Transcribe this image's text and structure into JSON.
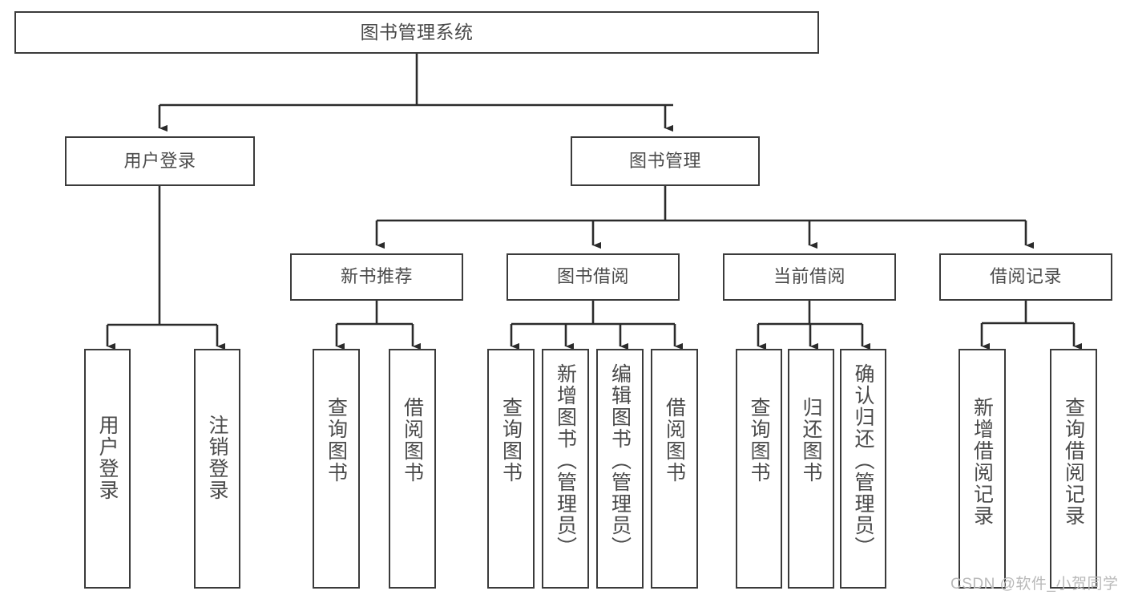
{
  "diagram": {
    "title": "图书管理系统",
    "type": "tree-hierarchy-diagram",
    "orientation": "top-down",
    "colors": {
      "box_border": "#3b3b3b",
      "box_fill": "#ffffff",
      "text": "#4a4a4a",
      "edge": "#2b2b2b",
      "watermark": "#b9b9b9",
      "background": "#ffffff"
    },
    "levels": {
      "root": "图书管理系统",
      "level2": [
        "用户登录",
        "图书管理"
      ],
      "level3": [
        "新书推荐",
        "图书借阅",
        "当前借阅",
        "借阅记录"
      ]
    },
    "nodes": {
      "root": {
        "label": "图书管理系统"
      },
      "user_login": {
        "label": "用户登录"
      },
      "book_manage": {
        "label": "图书管理"
      },
      "new_book_rec": {
        "label": "新书推荐"
      },
      "book_borrow": {
        "label": "图书借阅"
      },
      "current_borrow": {
        "label": "当前借阅"
      },
      "borrow_record": {
        "label": "借阅记录"
      },
      "leaf_user_login": {
        "label": "用户登录"
      },
      "leaf_user_logout": {
        "label": "注销登录"
      },
      "leaf_query_book_1": {
        "label": "查询图书"
      },
      "leaf_borrow_book_1": {
        "label": "借阅图书"
      },
      "leaf_query_book_2": {
        "label": "查询图书"
      },
      "leaf_add_book": {
        "label": "新增图书（管理员）"
      },
      "leaf_edit_book": {
        "label": "编辑图书（管理员）"
      },
      "leaf_borrow_book_2": {
        "label": "借阅图书"
      },
      "leaf_query_book_3": {
        "label": "查询图书"
      },
      "leaf_return_book": {
        "label": "归还图书"
      },
      "leaf_confirm_return": {
        "label": "确认归还（管理员）"
      },
      "leaf_add_record": {
        "label": "新增借阅记录"
      },
      "leaf_query_record": {
        "label": "查询借阅记录"
      }
    },
    "edges": [
      {
        "from": "root",
        "to": "user_login"
      },
      {
        "from": "root",
        "to": "book_manage"
      },
      {
        "from": "user_login",
        "to": "leaf_user_login"
      },
      {
        "from": "user_login",
        "to": "leaf_user_logout"
      },
      {
        "from": "book_manage",
        "to": "new_book_rec"
      },
      {
        "from": "book_manage",
        "to": "book_borrow"
      },
      {
        "from": "book_manage",
        "to": "current_borrow"
      },
      {
        "from": "book_manage",
        "to": "borrow_record"
      },
      {
        "from": "new_book_rec",
        "to": "leaf_query_book_1"
      },
      {
        "from": "new_book_rec",
        "to": "leaf_borrow_book_1"
      },
      {
        "from": "book_borrow",
        "to": "leaf_query_book_2"
      },
      {
        "from": "book_borrow",
        "to": "leaf_add_book"
      },
      {
        "from": "book_borrow",
        "to": "leaf_edit_book"
      },
      {
        "from": "book_borrow",
        "to": "leaf_borrow_book_2"
      },
      {
        "from": "current_borrow",
        "to": "leaf_query_book_3"
      },
      {
        "from": "current_borrow",
        "to": "leaf_return_book"
      },
      {
        "from": "current_borrow",
        "to": "leaf_confirm_return"
      },
      {
        "from": "borrow_record",
        "to": "leaf_add_record"
      },
      {
        "from": "borrow_record",
        "to": "leaf_query_record"
      }
    ]
  },
  "watermark": {
    "text": "CSDN @软件_小贺同学"
  }
}
